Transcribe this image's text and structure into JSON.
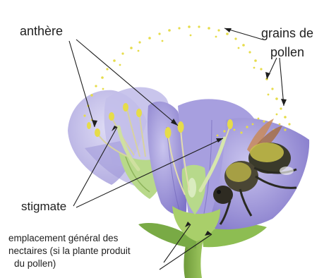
{
  "labels": {
    "anthere": "anthère",
    "grains_line1": "grains de",
    "grains_line2": "pollen",
    "stigmate": "stigmate",
    "nectar_line1": "emplacement général des",
    "nectar_line2": "nectaires (si la plante produit",
    "nectar_line3": "du pollen)"
  },
  "colors": {
    "petal": "#b9b5e4",
    "petal_dark": "#8f86cf",
    "pollen": "#e6dc4a",
    "stem": "#86b44a",
    "sepal": "#a9cf6a",
    "bee_body": "#3a3a2a",
    "bee_fur": "#c9c24a",
    "leader_line": "#1e1e1e"
  }
}
